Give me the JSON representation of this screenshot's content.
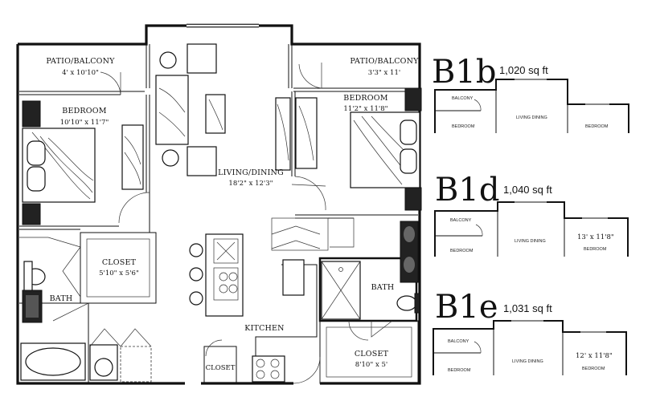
{
  "floor_plan": {
    "patio_left": {
      "label": "PATIO/BALCONY",
      "dim": "4' x 10'10\""
    },
    "patio_right": {
      "label": "PATIO/BALCONY",
      "dim": "3'3\" x 11'"
    },
    "bedroom_left": {
      "label": "BEDROOM",
      "dim": "10'10\" x 11'7\""
    },
    "bedroom_right": {
      "label": "BEDROOM",
      "dim": "11'2\" x 11'8\""
    },
    "living": {
      "label": "LIVING/DINING",
      "dim": "18'2\" x 12'3\""
    },
    "closet_left": {
      "label": "CLOSET",
      "dim": "5'10\" x 5'6\""
    },
    "closet_right": {
      "label": "CLOSET",
      "dim": "8'10\" x 5'"
    },
    "bath_left": {
      "label": "BATH"
    },
    "bath_right": {
      "label": "BATH"
    },
    "kitchen": {
      "label": "KITCHEN"
    },
    "closet_small": {
      "label": "CLOSET"
    }
  },
  "variants": [
    {
      "code": "B1b",
      "sqft": "1,020 sq ft",
      "labels": {
        "balcony": "BALCONY",
        "left_room": "BEDROOM",
        "living": "LIVING DINING",
        "right_room": "BEDROOM",
        "right_dim": ""
      }
    },
    {
      "code": "B1d",
      "sqft": "1,040 sq ft",
      "labels": {
        "balcony": "BALCONY",
        "left_room": "BEDROOM",
        "living": "LIVING DINING",
        "right_room": "BEDROOM",
        "right_dim": "13' x 11'8\""
      }
    },
    {
      "code": "B1e",
      "sqft": "1,031 sq ft",
      "labels": {
        "balcony": "BALCONY",
        "left_room": "BEDROOM",
        "living": "LIVING DINING",
        "right_room": "BEDROOM",
        "right_dim": "12' x 11'8\""
      }
    }
  ]
}
